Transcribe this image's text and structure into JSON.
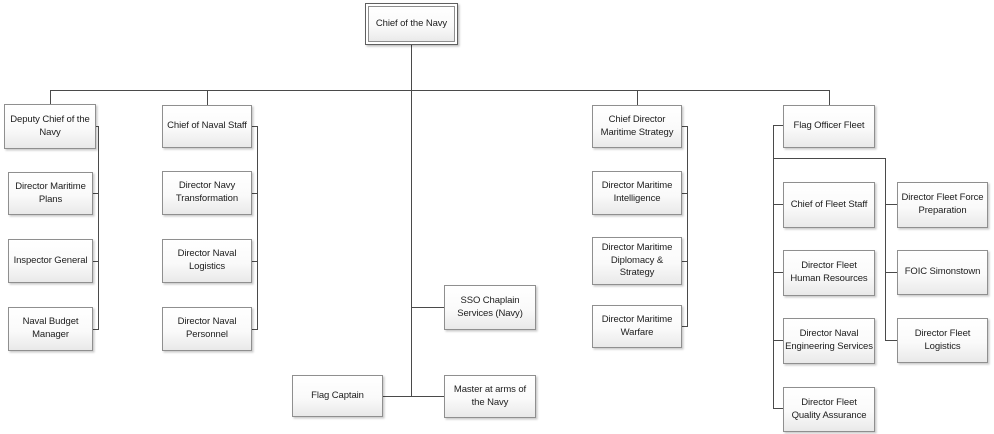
{
  "colors": {
    "connector_line": "#4a4a4a",
    "box_border": "#8f8f8f",
    "box_fill_top": "#ffffff",
    "box_fill_bottom": "#e9e9e9",
    "text": "#1c1c1c",
    "background": "#ffffff"
  },
  "chart": {
    "root": {
      "label": "Chief of the Navy"
    },
    "branch_deputy": {
      "items": [
        {
          "label": "Deputy Chief of the\nNavy"
        },
        {
          "label": "Director Maritime\nPlans"
        },
        {
          "label": "Inspector General"
        },
        {
          "label": "Naval Budget\nManager"
        }
      ]
    },
    "branch_naval_staff": {
      "items": [
        {
          "label": "Chief of Naval Staff"
        },
        {
          "label": "Director Navy\nTransformation"
        },
        {
          "label": "Director Naval\nLogistics"
        },
        {
          "label": "Director Naval\nPersonnel"
        }
      ]
    },
    "branch_direct_reports": {
      "sso_chaplain": {
        "label": "SSO Chaplain\nServices (Navy)"
      },
      "flag_captain": {
        "label": "Flag Captain"
      },
      "master_at_arms": {
        "label": "Master at arms of\nthe Navy"
      }
    },
    "branch_maritime_strategy": {
      "items": [
        {
          "label": "Chief Director\nMaritime Strategy"
        },
        {
          "label": "Director Maritime\nIntelligence"
        },
        {
          "label": "Director Maritime\nDiplomacy &\nStrategy"
        },
        {
          "label": "Director Maritime\nWarfare"
        }
      ]
    },
    "branch_fleet": {
      "head": {
        "label": "Flag Officer Fleet"
      },
      "left_items": [
        {
          "label": "Chief of Fleet Staff"
        },
        {
          "label": "Director Fleet\nHuman Resources"
        },
        {
          "label": "Director Naval\nEngineering Services"
        },
        {
          "label": "Director Fleet\nQuality Assurance"
        }
      ],
      "right_items": [
        {
          "label": "Director Fleet Force\nPreparation"
        },
        {
          "label": "FOIC Simonstown"
        },
        {
          "label": "Director Fleet\nLogistics"
        }
      ]
    }
  }
}
